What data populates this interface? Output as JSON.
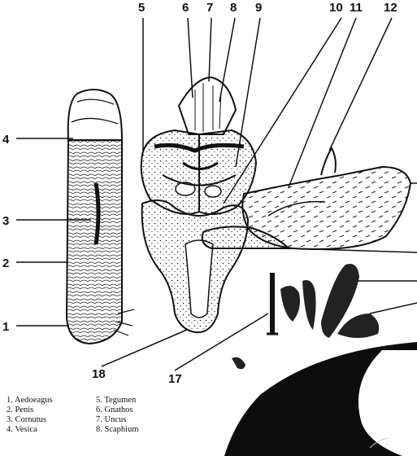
{
  "figure": {
    "callout_numbers": [
      "1",
      "2",
      "3",
      "4",
      "5",
      "6",
      "7",
      "8",
      "9",
      "10",
      "11",
      "12",
      "17",
      "18"
    ],
    "legend_left": [
      {
        "num": "1.",
        "label": "Aedoeagus"
      },
      {
        "num": "2.",
        "label": "Penis"
      },
      {
        "num": "3.",
        "label": "Cornutus"
      },
      {
        "num": "4.",
        "label": "Vesica"
      }
    ],
    "legend_right": [
      {
        "num": "5.",
        "label": "Tegumen"
      },
      {
        "num": "6.",
        "label": "Gnathos"
      },
      {
        "num": "7.",
        "label": "Uncus"
      },
      {
        "num": "8.",
        "label": "Scaphium"
      }
    ]
  }
}
